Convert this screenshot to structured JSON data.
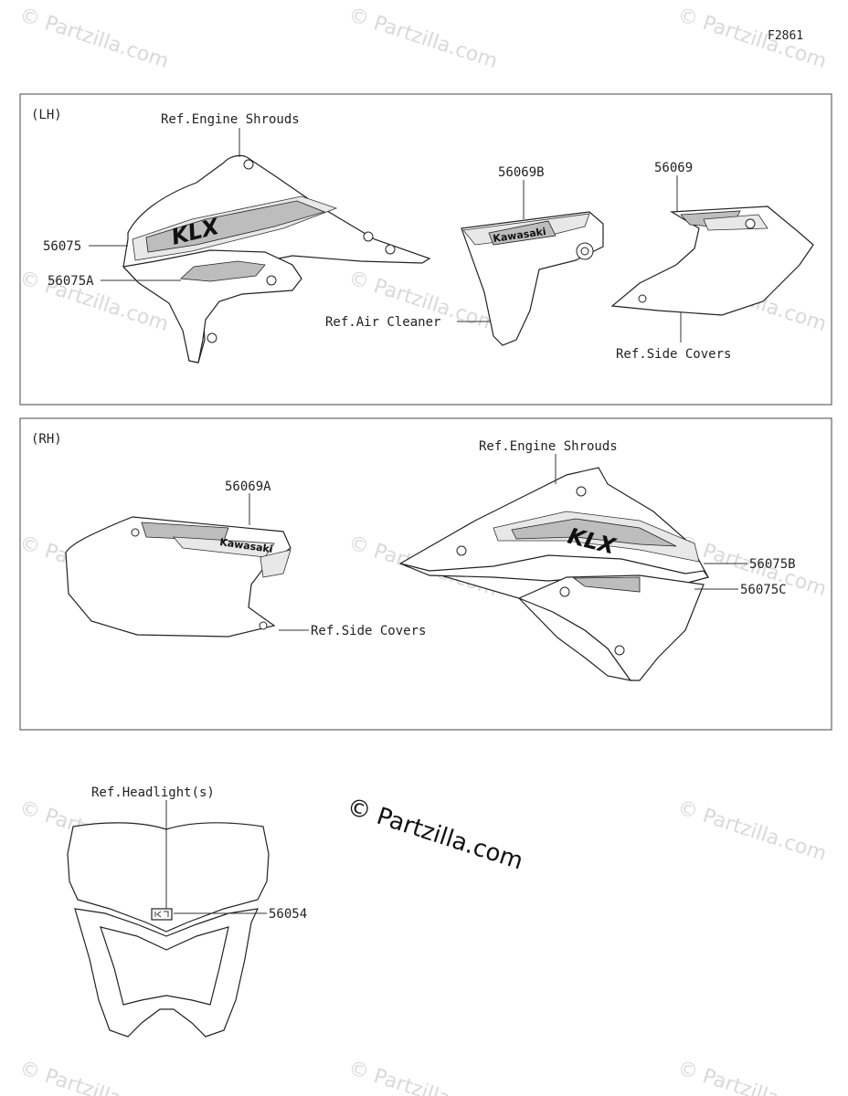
{
  "figure_code": "F2861",
  "watermark": "© Partzilla.com",
  "panels": {
    "lh": {
      "label": "(LH)"
    },
    "rh": {
      "label": "(RH)"
    }
  },
  "callouts": {
    "lh_ref_engine_shrouds": "Ref.Engine Shrouds",
    "lh_56075": "56075",
    "lh_56075a": "56075A",
    "lh_56069b": "56069B",
    "lh_ref_air_cleaner": "Ref.Air Cleaner",
    "lh_56069": "56069",
    "lh_ref_side_covers": "Ref.Side Covers",
    "rh_ref_engine_shrouds": "Ref.Engine Shrouds",
    "rh_56069a": "56069A",
    "rh_ref_side_covers": "Ref.Side Covers",
    "rh_56075b": "56075B",
    "rh_56075c": "56075C",
    "ref_headlight": "Ref.Headlight(s)",
    "headlight_56054": "56054"
  },
  "decal_text": {
    "brand": "Kawasaki",
    "model": "KLX"
  }
}
